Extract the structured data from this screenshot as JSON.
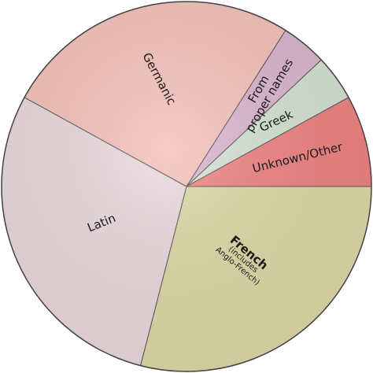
{
  "chart_data": {
    "type": "pie",
    "start_angle_deg": 0,
    "direction": "clockwise",
    "slices": [
      {
        "label": "French",
        "sublabel": [
          "(includes",
          "Anglo-French)"
        ],
        "value": 29,
        "color": "#ddd9a6"
      },
      {
        "label": "Latin",
        "value": 29,
        "color": "#ead9dd"
      },
      {
        "label": "Germanic",
        "value": 26,
        "color": "#f6c2bb"
      },
      {
        "label_lines": [
          "From",
          "proper names"
        ],
        "value": 4,
        "color": "#dbb6cf"
      },
      {
        "label": "Greek",
        "value": 4,
        "color": "#d5e3d3"
      },
      {
        "label": "Unknown/Other",
        "value": 8,
        "color": "#ef8282"
      }
    ]
  }
}
